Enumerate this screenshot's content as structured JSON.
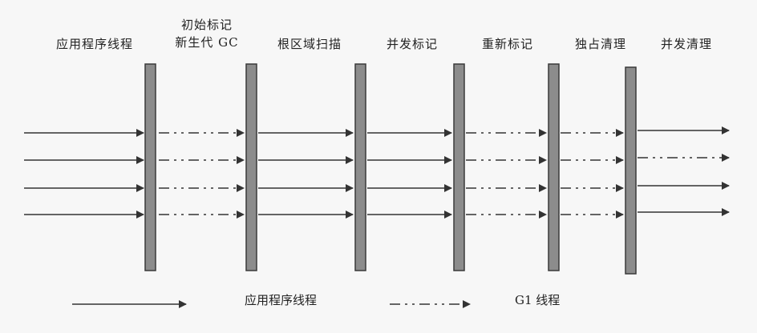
{
  "phases": [
    {
      "label": "应用程序线程",
      "sublabel": ""
    },
    {
      "label": "初始标记",
      "sublabel": "新生代 GC"
    },
    {
      "label": "根区域扫描",
      "sublabel": ""
    },
    {
      "label": "并发标记",
      "sublabel": ""
    },
    {
      "label": "重新标记",
      "sublabel": ""
    },
    {
      "label": "独占清理",
      "sublabel": ""
    },
    {
      "label": "并发清理",
      "sublabel": ""
    }
  ],
  "segments": [
    {
      "style": "solid"
    },
    {
      "style": "dashdot"
    },
    {
      "style": "solid"
    },
    {
      "style": "solid"
    },
    {
      "style": "dashdot"
    },
    {
      "style": "dashdot"
    },
    {
      "style": "mixed"
    }
  ],
  "legend": {
    "app_thread": "应用程序线程",
    "g1_thread": "G1 线程"
  },
  "colors": {
    "bar_fill": "#8c8c8c",
    "bar_stroke": "#3a3a3a",
    "arrow": "#333333",
    "background": "#f7f7f7"
  }
}
